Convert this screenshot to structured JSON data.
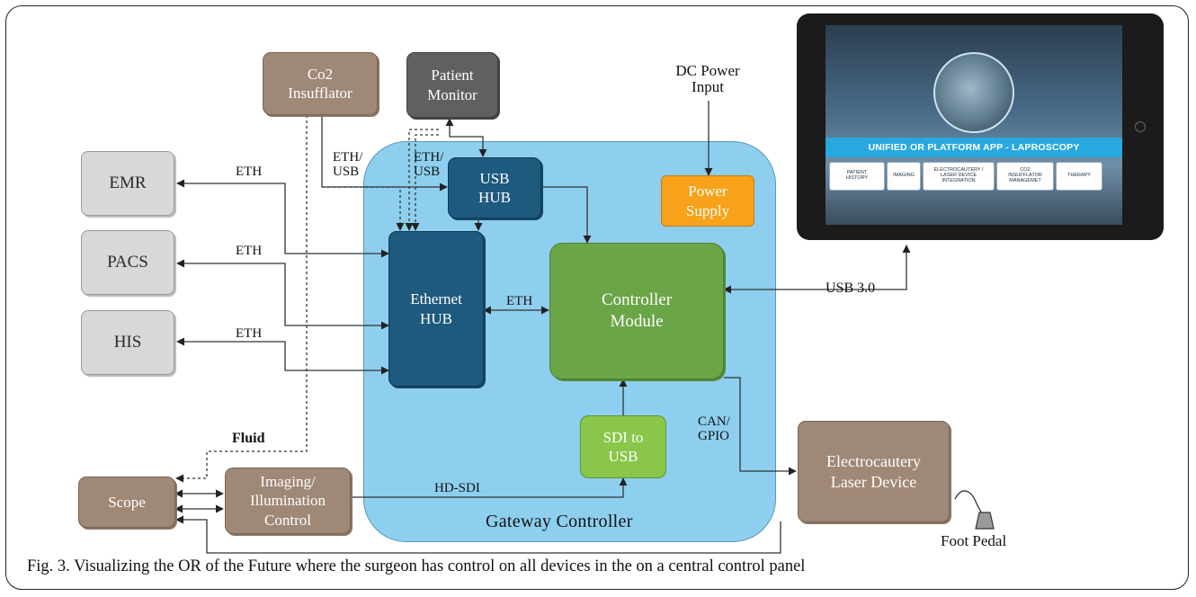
{
  "boxes": {
    "co2": "Co2\nInsufflator",
    "patient_monitor": "Patient\nMonitor",
    "dc_power_input": "DC Power\nInput",
    "emr": "EMR",
    "pacs": "PACS",
    "his": "HIS",
    "usb_hub": "USB\nHUB",
    "power_supply": "Power\nSupply",
    "ethernet_hub": "Ethernet\nHUB",
    "controller_module": "Controller\nModule",
    "sdi_to_usb": "SDI to\nUSB",
    "scope": "Scope",
    "imaging_illumination": "Imaging/\nIllumination\nControl",
    "electrocautery": "Electrocautery\nLaser Device",
    "foot_pedal": "Foot Pedal",
    "gateway_controller": "Gateway Controller"
  },
  "labels": {
    "eth_emr": "ETH",
    "eth_pacs": "ETH",
    "eth_his": "ETH",
    "eth_usb_co2": "ETH/\nUSB",
    "eth_usb_monitor": "ETH/\nUSB",
    "eth_hub_controller": "ETH",
    "usb30": "USB 3.0",
    "can_gpio": "CAN/\nGPIO",
    "hd_sdi": "HD-SDI",
    "fluid": "Fluid"
  },
  "tablet": {
    "banner": "UNIFIED OR PLATFORM APP - LAPROSCOPY",
    "tiles": [
      "PATIENT\nHISTORY",
      "IMAGING",
      "ELECTROCAUTERY /\nLASER DEVICE\nINTEGRATION",
      "CO2\nINSUFFLATOR\nMANAGEMET",
      "THERAPY"
    ]
  },
  "caption": "Fig. 3. Visualizing the OR of the Future where the surgeon has control on all devices in the on a central control panel",
  "colors": {
    "gateway": "#8ecfef",
    "navy": "#1e5a7e",
    "controller_green": "#6aa547",
    "sdi_green": "#89c64a",
    "power_orange": "#f7a21a",
    "device_brown": "#a08876",
    "external_gray": "#d8d8d8",
    "monitor_gray": "#5e6062",
    "banner_blue": "#29a8e0"
  }
}
